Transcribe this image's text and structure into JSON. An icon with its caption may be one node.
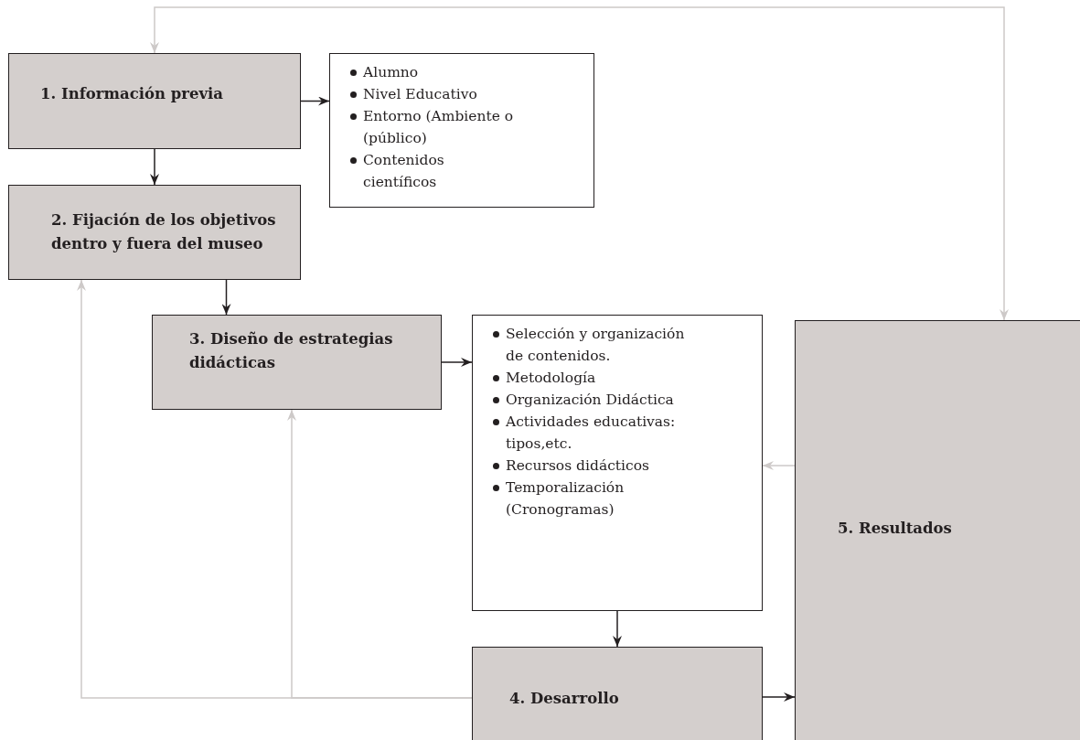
{
  "diagram": {
    "nodes": [
      {
        "text": [
          "1. Información previa"
        ]
      },
      {
        "text": [
          "Alumno",
          "Nivel Educativo",
          "Entorno (Ambiente o (público)",
          "Contenidos científicos"
        ]
      },
      {
        "text": [
          "2. Fijación de los objetivos dentro y fuera del museo"
        ]
      },
      {
        "text": [
          "3. Diseño de estrategias didácticas"
        ]
      },
      {
        "text": [
          "Selección y organización de contenidos.",
          "Metodología",
          "Organización Didáctica",
          "Actividades educativas: tipos,etc.",
          "Recursos didácticos",
          "Temporalización (Cronogramas)"
        ]
      },
      {
        "text": [
          "4. Desarrollo"
        ]
      },
      {
        "text": [
          "5. Resultados"
        ]
      }
    ],
    "edges": [
      {
        "from": 0,
        "to": 1,
        "arrow": "to"
      },
      {
        "from": 0,
        "to": 2,
        "arrow": "to"
      },
      {
        "from": 2,
        "to": 3,
        "arrow": "to"
      },
      {
        "from": 3,
        "to": 4,
        "arrow": "to"
      },
      {
        "from": 4,
        "to": 5,
        "arrow": "to"
      },
      {
        "from": 5,
        "to": 6,
        "arrow": "to"
      },
      {
        "from": 6,
        "to": 0,
        "arrow": "both",
        "color": "#cdc9c8"
      },
      {
        "from": 6,
        "to": 4,
        "arrow": "to",
        "color": "#cdc9c8"
      },
      {
        "from": 5,
        "to": 2,
        "arrow": "to",
        "color": "#cdc9c8"
      },
      {
        "from": 5,
        "to": 3,
        "arrow": "to",
        "color": "#cdc9c8"
      }
    ]
  }
}
